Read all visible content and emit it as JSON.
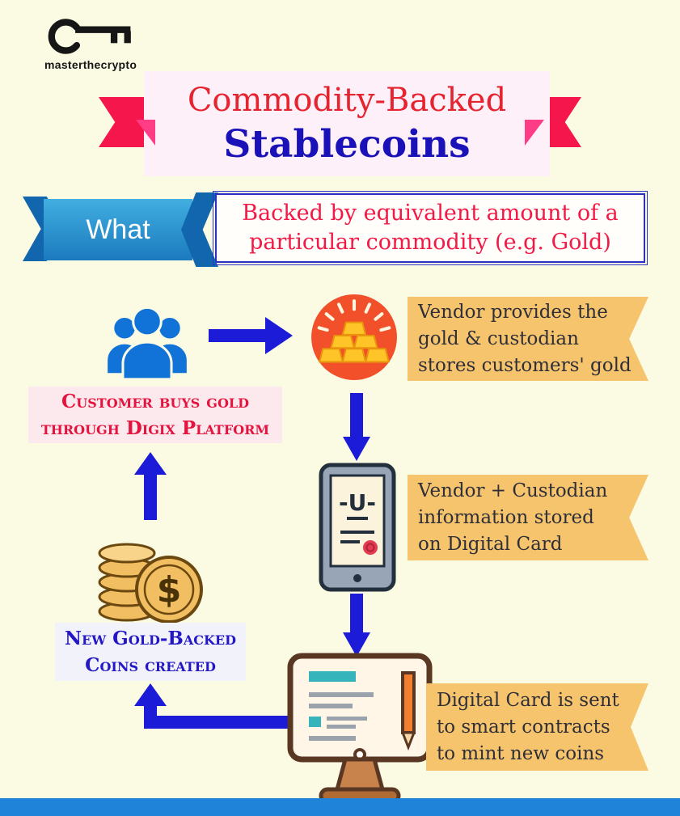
{
  "logo": {
    "brand": "masterthecrypto"
  },
  "title": {
    "line1": "Commodity-Backed",
    "line2": "Stablecoins"
  },
  "what": {
    "label": "What",
    "line1": "Backed by equivalent amount of a",
    "line2": "particular commodity (e.g. Gold)"
  },
  "steps": {
    "vendor": {
      "lines": [
        "Vendor provides the",
        "gold & custodian",
        "stores customers' gold"
      ]
    },
    "customer": {
      "lines": [
        "Customer buys gold",
        "through Digix Platform"
      ]
    },
    "card": {
      "lines": [
        "Vendor + Custodian",
        "information stored",
        "on Digital Card"
      ]
    },
    "coins": {
      "lines": [
        "New Gold-Backed",
        "Coins created"
      ]
    },
    "contract": {
      "lines": [
        "Digital Card is sent",
        "to smart contracts",
        "to mint new coins"
      ]
    }
  },
  "icons": {
    "tablet_text": "-U-",
    "coin_symbol": "$"
  },
  "colors": {
    "background": "#FBFBE3",
    "title_red": "#E62430",
    "title_blue": "#1A12B8",
    "ribbon_red": "#F5164B",
    "what_blue": "#1B7ABE",
    "description_red": "#F21946",
    "arrow_blue": "#1B1BD8",
    "note_orange": "#F7C46E",
    "customer_red": "#E5143F",
    "newcoins_blue": "#2418C6",
    "footer_blue": "#1F83D9"
  }
}
